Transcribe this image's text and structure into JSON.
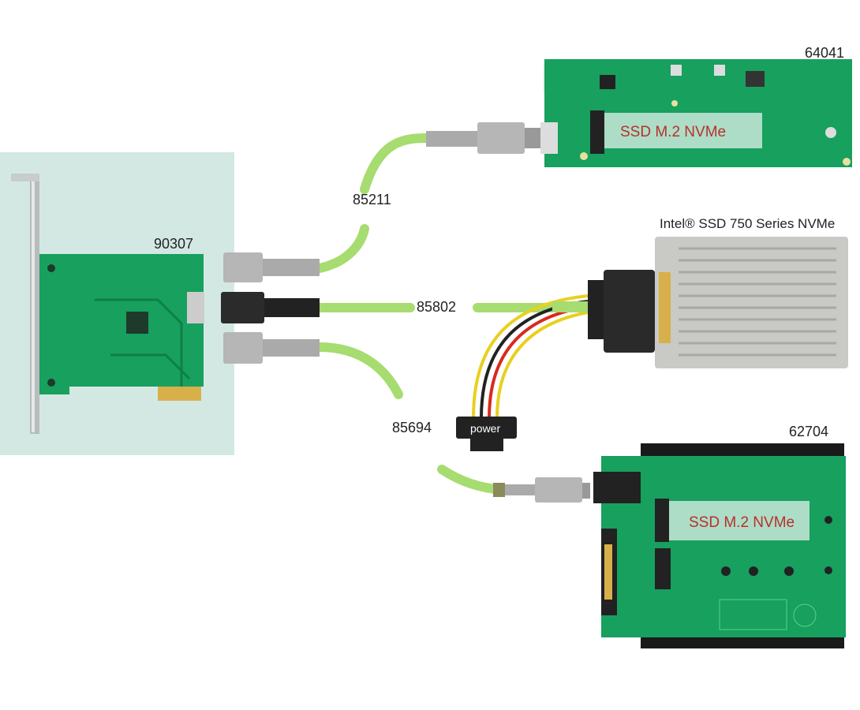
{
  "labels": {
    "card_90307": "90307",
    "cable_85211": "85211",
    "cable_85802": "85802",
    "cable_85694": "85694",
    "adapter_64041": "64041",
    "intel_ssd": "Intel® SSD 750 Series NVMe",
    "adapter_62704": "62704"
  },
  "board_text": {
    "m2_top": "SSD M.2 NVMe",
    "m2_bottom": "SSD M.2 NVMe",
    "power": "power"
  },
  "colors": {
    "pcb": "#17a05e",
    "cable": "#a6dc70",
    "panel": "#d3e8e3",
    "ssd_text": "#b8302c"
  }
}
